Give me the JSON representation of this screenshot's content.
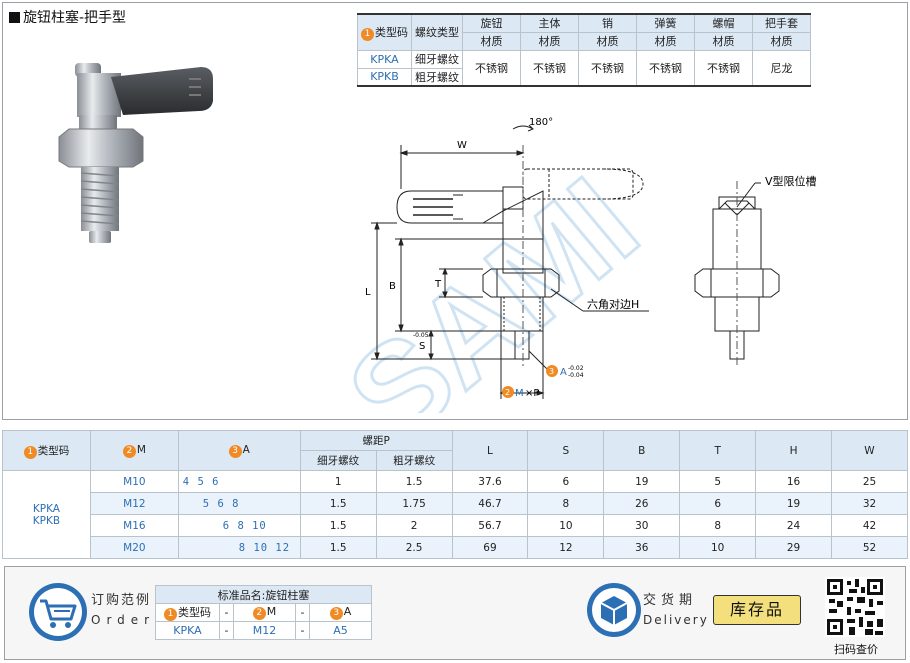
{
  "header": {
    "title": "旋钮柱塞-把手型"
  },
  "spec_table": {
    "col_type_code": "类型码",
    "col_thread_type": "螺纹类型",
    "columns": [
      {
        "name": "旋钮",
        "sub": "材质"
      },
      {
        "name": "主体",
        "sub": "材质"
      },
      {
        "name": "销",
        "sub": "材质"
      },
      {
        "name": "弹簧",
        "sub": "材质"
      },
      {
        "name": "螺帽",
        "sub": "材质"
      },
      {
        "name": "把手套",
        "sub": "材质"
      }
    ],
    "rows": [
      {
        "code": "KPKA",
        "thread": "细牙螺纹"
      },
      {
        "code": "KPKB",
        "thread": "粗牙螺纹"
      }
    ],
    "materials": [
      "不锈钢",
      "不锈钢",
      "不锈钢",
      "不锈钢",
      "不锈钢",
      "尼龙"
    ]
  },
  "drawing": {
    "rotation": "180°",
    "dim_w": "W",
    "dim_l": "L",
    "dim_b": "B",
    "dim_t": "T",
    "dim_s": "S",
    "dim_s_tol": "-0.05",
    "label_hex": "六角对边H",
    "label_v": "V型限位槽",
    "dim_a": "A",
    "dim_a_tol_top": "-0.02",
    "dim_a_tol_bot": "-0.04",
    "dim_m": "M",
    "dim_p": "×P",
    "badge_m": "2",
    "badge_a": "3",
    "watermark": "SAMI"
  },
  "dim_table": {
    "headers": {
      "type_code": "类型码",
      "m": "M",
      "a": "A",
      "pitch": "螺距P",
      "fine": "细牙螺纹",
      "coarse": "粗牙螺纹",
      "l": "L",
      "s": "S",
      "b": "B",
      "t": "T",
      "h": "H",
      "w": "W"
    },
    "badges": {
      "type_code": "1",
      "m": "2",
      "a": "3"
    },
    "type_codes": [
      "KPKA",
      "KPKB"
    ],
    "rows": [
      {
        "m": "M10",
        "a": "4  5  6",
        "fine": "1",
        "coarse": "1.5",
        "l": "37.6",
        "s": "6",
        "b": "19",
        "t": "5",
        "h": "16",
        "w": "25"
      },
      {
        "m": "M12",
        "a": "5  6  8",
        "fine": "1.5",
        "coarse": "1.75",
        "l": "46.7",
        "s": "8",
        "b": "26",
        "t": "6",
        "h": "19",
        "w": "32"
      },
      {
        "m": "M16",
        "a": "6  8  10",
        "fine": "1.5",
        "coarse": "2",
        "l": "56.7",
        "s": "10",
        "b": "30",
        "t": "8",
        "h": "24",
        "w": "42"
      },
      {
        "m": "M20",
        "a": "8  10  12",
        "fine": "1.5",
        "coarse": "2.5",
        "l": "69",
        "s": "12",
        "b": "36",
        "t": "10",
        "h": "29",
        "w": "52"
      }
    ]
  },
  "order": {
    "title": "订购范例",
    "subtitle": "Order",
    "std_name_label": "标准品名:",
    "std_name": "旋钮柱塞",
    "hdr_type": "类型码",
    "hdr_m": "M",
    "hdr_a": "A",
    "sep": "-",
    "val_type": "KPKA",
    "val_m": "M12",
    "val_a": "A5",
    "badge_type": "1",
    "badge_m": "2",
    "badge_a": "3"
  },
  "delivery": {
    "title": "交货期",
    "subtitle": "Delivery",
    "stock_label": "库存品"
  },
  "qr": {
    "label": "扫码查价"
  },
  "colors": {
    "accent_blue": "#2d6fb5",
    "header_bg": "#dce9f5",
    "badge_orange": "#f08a24",
    "stock_yellow": "#f3df7c"
  }
}
